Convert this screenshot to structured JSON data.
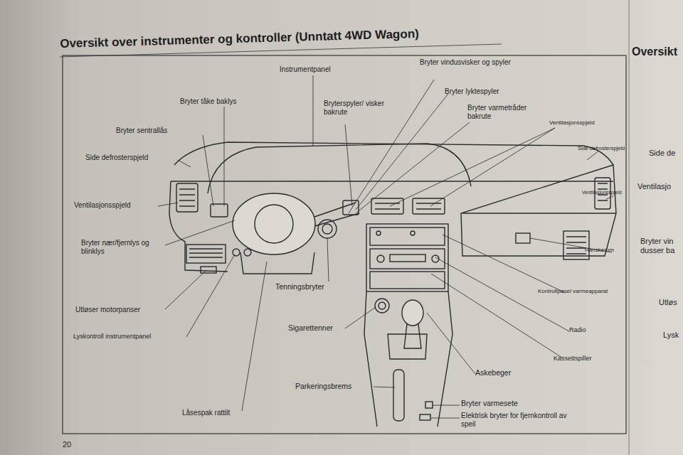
{
  "diagram": {
    "title": "Oversikt over instrumenter og kontroller (Unntatt 4WD Wagon)",
    "labels": [
      "Instrumentpanel",
      "Bryter tåke baklys",
      "Bryter sentrallås",
      "Side defrosterspjeld",
      "Ventilasjonsspjeld",
      "Bryter nær/fjernlys og blinklys",
      "Utløser motorpanser",
      "Lyskontroll instrumentpanel",
      "Låsespak rattilt",
      "Tenningsbryter",
      "Sigarettenner",
      "Parkeringsbrems",
      "Bryterspyler/ visker bakrute",
      "Bryter vindusvisker og spyler",
      "Bryter lyktespyler",
      "Bryter varmetråder bakrute",
      "Ventilasjonsspjeld",
      "Side defrosterspjeld",
      "Ventilasjonsspjeld",
      "Hanskerom",
      "Kontrollpanel varmeapparat",
      "Radio",
      "Kassettspiller",
      "Askebeger",
      "Bryter varmesete",
      "Elektrisk bryter for fjernkontroll av speil",
      "20",
      "Oversikt",
      "Side de",
      "Ventilasjo",
      "Bryter vin dusser ba",
      "Utløs",
      "Lysk"
    ]
  }
}
